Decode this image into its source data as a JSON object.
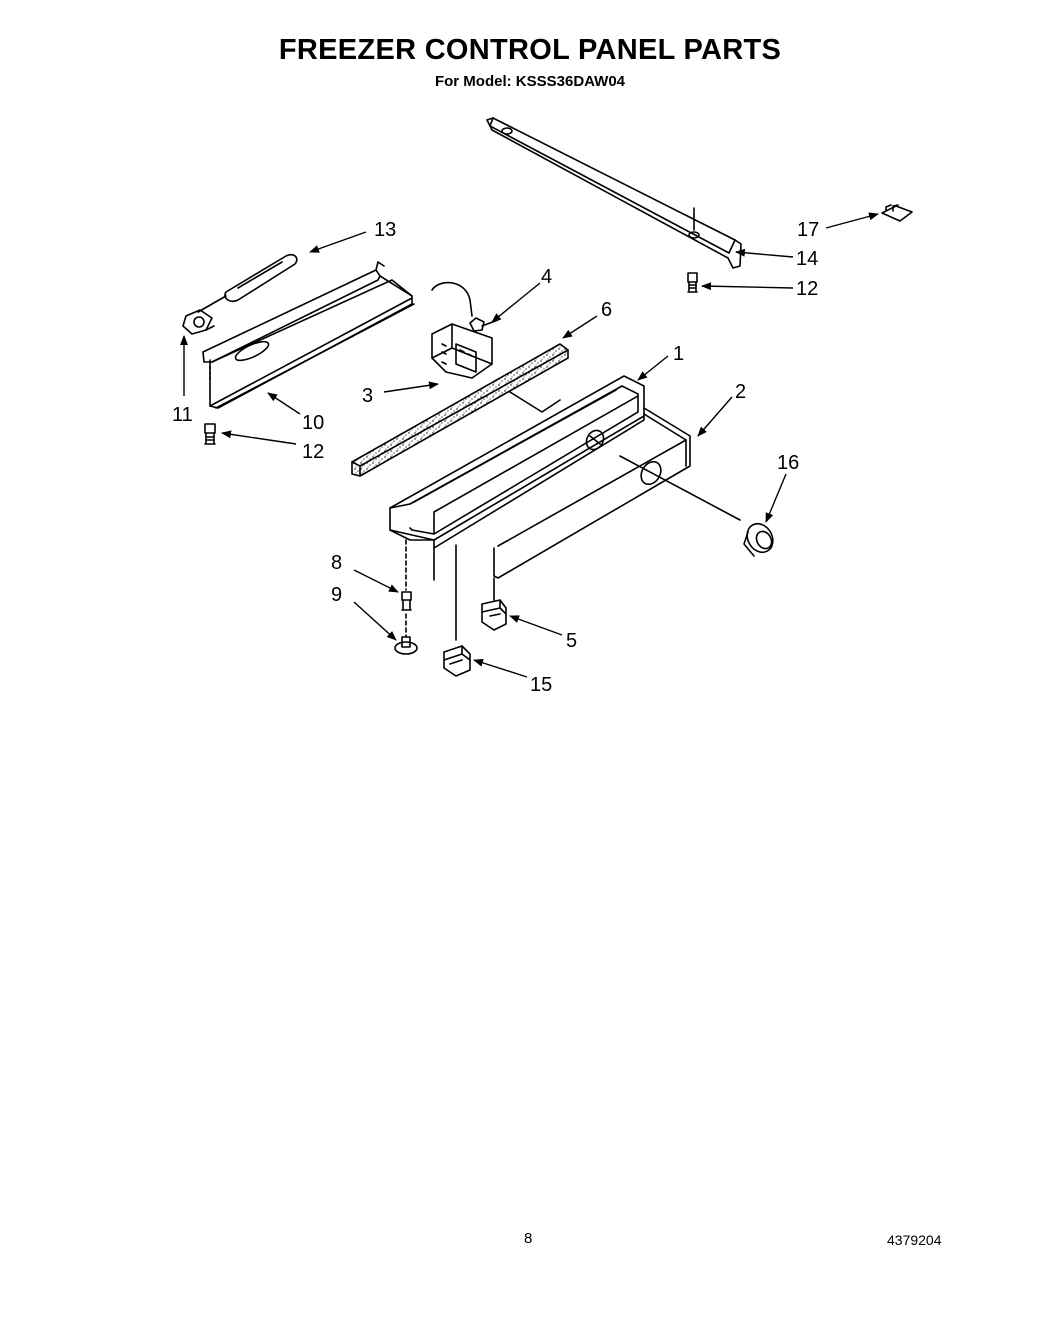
{
  "header": {
    "title": "FREEZER CONTROL PANEL PARTS",
    "model_line": "For Model: KSSS36DAW04"
  },
  "footer": {
    "page_number": "8",
    "document_number": "4379204"
  },
  "callouts": [
    "1",
    "2",
    "3",
    "4",
    "5",
    "6",
    "8",
    "9",
    "10",
    "11",
    "12",
    "12",
    "13",
    "14",
    "15",
    "16",
    "17"
  ]
}
